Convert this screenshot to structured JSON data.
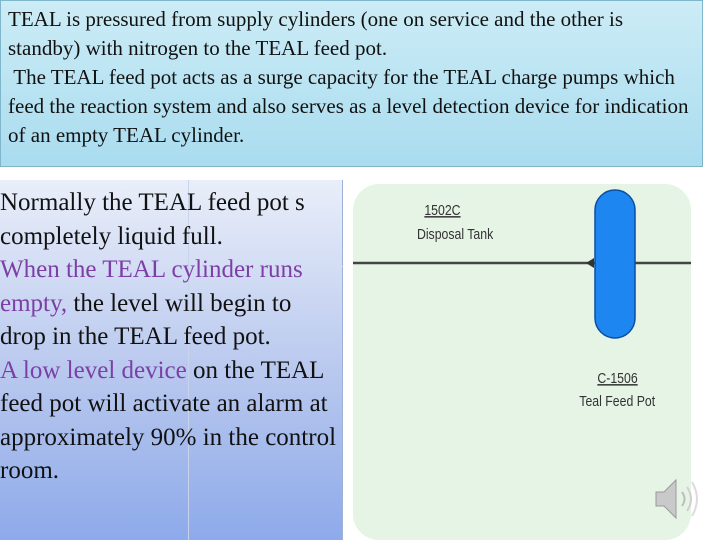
{
  "top_text": {
    "line1": "TEAL is pressured from supply cylinders (one on service and the other is standby) with nitrogen to the TEAL feed pot.",
    "line2": "The TEAL feed pot acts as a surge capacity for the TEAL charge pumps which feed the reaction system and also serves as a level detection device for indication of an empty TEAL cylinder."
  },
  "left_text": {
    "part1": "Normally the TEAL feed pot s completely liquid full.",
    "part2_purple": "When the TEAL cylinder runs empty,",
    "part3": " the level will begin to drop in the TEAL feed pot.",
    "part4_purple": "A low level device",
    "part5": " on the TEAL feed pot will activate an alarm at approximately 90% in the control room."
  },
  "diagram": {
    "tank_id": "1502C",
    "tank_name": "Disposal Tank",
    "pot_id": "C-1506",
    "pot_name": "Teal Feed Pot",
    "pot_color": "#1e86f0",
    "line_color": "#444444"
  },
  "icons": {
    "speaker": "speaker-icon"
  }
}
